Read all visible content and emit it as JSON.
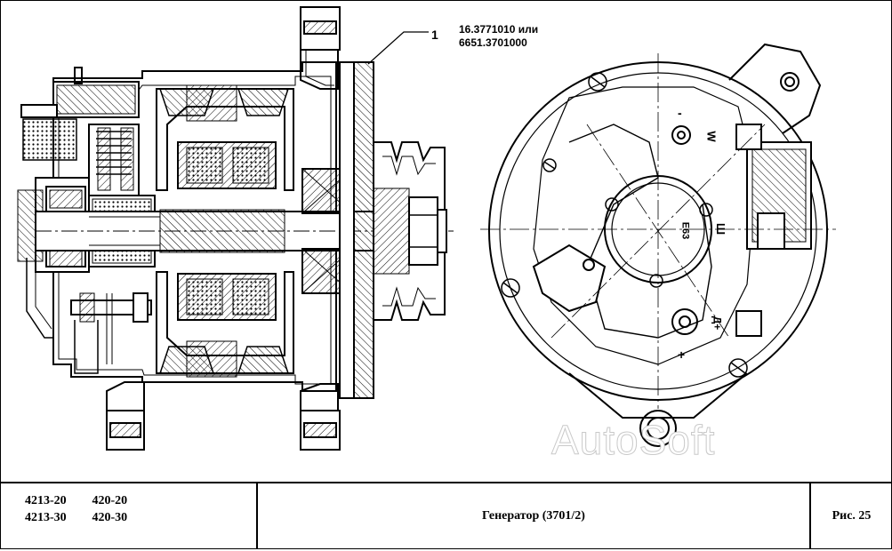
{
  "callout": {
    "number": "1",
    "line1": "16.3771010 или",
    "line2": "6651.3701000"
  },
  "rear_view_labels": {
    "w": "W",
    "minus": "-",
    "sh": "Ш",
    "d_plus": "Д+",
    "plus": "+",
    "e63": "Е63"
  },
  "watermark": "AutoSoft",
  "title_block": {
    "models": [
      [
        "4213-20",
        "420-20"
      ],
      [
        "4213-30",
        "420-30"
      ]
    ],
    "title": "Генератор (3701/2)",
    "figure": "Рис. 25"
  }
}
